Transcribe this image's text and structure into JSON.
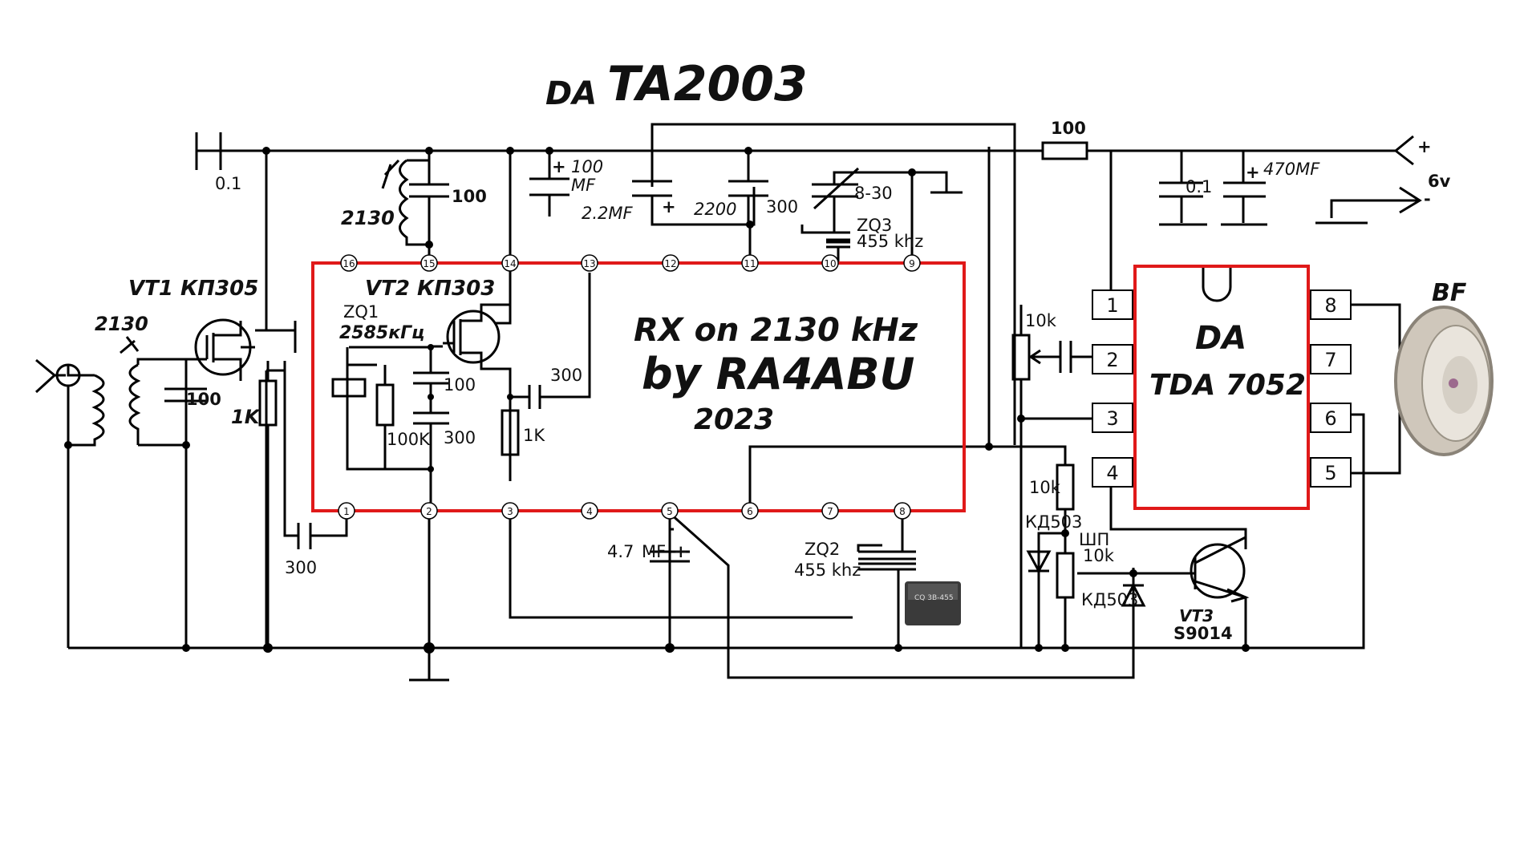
{
  "header": {
    "chip_prefix": "DA",
    "chip_name": "TA2003"
  },
  "title": {
    "line1": "RX on 2130 kHz",
    "line2": "by RA4ABU",
    "line3": "2023"
  },
  "transistors": {
    "vt1": "VT1 КП305",
    "vt2": "VT2 КП303",
    "vt3": "VT3",
    "vt3_type": "S9014"
  },
  "crystals": {
    "zq1": "ZQ1",
    "zq1_freq": "2585кГц",
    "zq2": "ZQ2",
    "zq2_freq": "455 khz",
    "zq3": "ZQ3",
    "zq3_freq": "455 khz",
    "filter_marking": "CQ 3B-455"
  },
  "components": {
    "c_top_left": "0.1",
    "coil_top": "2130",
    "c_top_100": "100",
    "c_100mf": "100",
    "c_100mf_unit": "MF",
    "c_2_2mf": "2.2MF",
    "c_2200": "2200",
    "c_300_top": "300",
    "trim_8_30": "8-30",
    "r_100": "100",
    "c_0_1_right": "0.1",
    "c_470mf": "470MF",
    "supply": "6v",
    "plus": "+",
    "minus": "-",
    "coil_input": "2130",
    "c_input_100": "100",
    "r_1k_left": "1K",
    "c_300_bottom": "300",
    "c_100_inner": "100",
    "c_300_inner": "300",
    "r_100k": "100K",
    "r_1k_inner": "1K",
    "c_300_right": "300",
    "c_4_7mf": "4.7",
    "c_4_7mf_unit": "MF",
    "r_10k_pot": "10k",
    "r_10k_bias": "10k",
    "pot_sp_label": "ШП",
    "pot_sp_value": "10k",
    "diode1": "КД503",
    "diode2": "КД503",
    "speaker": "BF"
  },
  "ta2003_pins": [
    "16",
    "15",
    "14",
    "13",
    "12",
    "11",
    "10",
    "9",
    "1",
    "2",
    "3",
    "4",
    "5",
    "6",
    "7",
    "8"
  ],
  "tda7052": {
    "name_line1": "DA",
    "name_line2": "TDA 7052",
    "left_pins": [
      "1",
      "2",
      "3",
      "4"
    ],
    "right_pins": [
      "8",
      "7",
      "6",
      "5"
    ]
  },
  "colors": {
    "ic_outline": "#e01919",
    "wire": "#000000"
  }
}
